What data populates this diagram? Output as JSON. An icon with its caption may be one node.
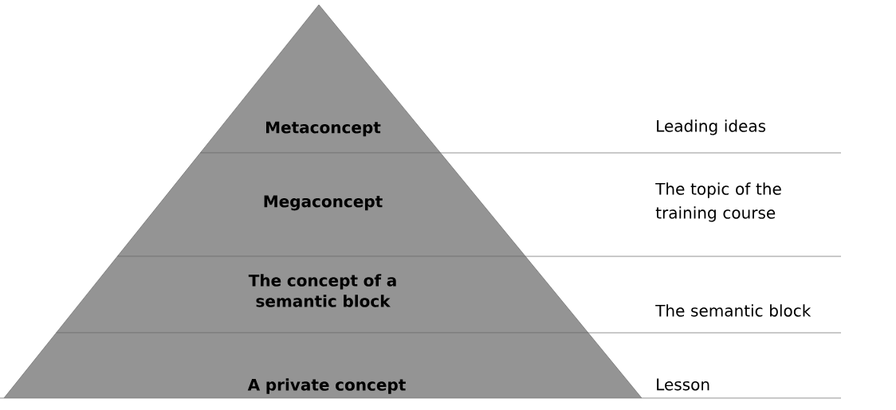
{
  "diagram": {
    "nodes": [
      {
        "text": [
          "Metaconcept"
        ]
      },
      {
        "text": [
          "Megaconcept"
        ]
      },
      {
        "text": [
          "The concept of a semantic block"
        ]
      },
      {
        "text": [
          "A private concept"
        ]
      }
    ],
    "labels": [
      "Leading ideas",
      "The topic of the training course",
      "The semantic block",
      "Lesson"
    ]
  }
}
